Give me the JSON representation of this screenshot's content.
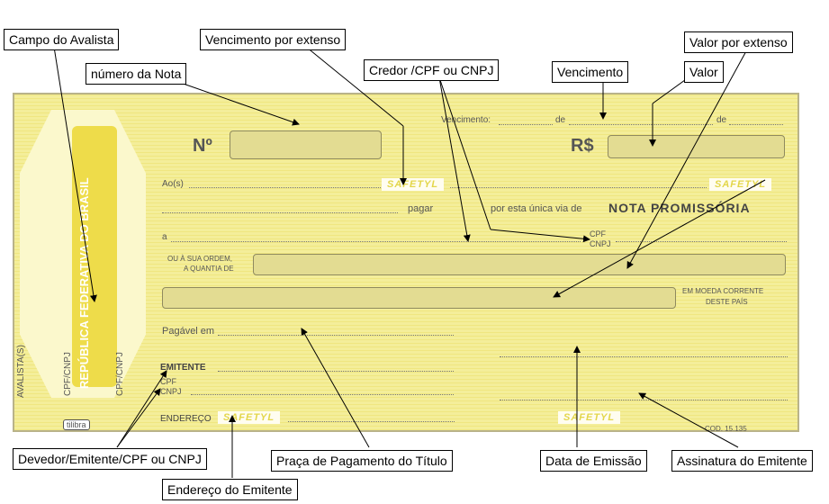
{
  "callouts": {
    "avalista": "Campo do Avalista",
    "venc_extenso": "Vencimento por extenso",
    "valor_extenso": "Valor por extenso",
    "numero_nota": "número da Nota",
    "credor": "Credor /CPF ou CNPJ",
    "vencimento": "Vencimento",
    "valor": "Valor",
    "devedor": "Devedor/Emitente/CPF ou CNPJ",
    "praca": "Praça de Pagamento do Título",
    "data_emissao": "Data de Emissão",
    "assinatura": "Assinatura do Emitente",
    "endereco": "Endereço do Emitente"
  },
  "note": {
    "vencimento_label": "Vencimento:",
    "de1": "de",
    "de2": "de",
    "numero_symbol": "Nº",
    "currency": "R$",
    "aos": "Ao(s)",
    "pagar": "pagar",
    "unica_via": "por esta única via de",
    "nota_title": "NOTA PROMISSÓRIA",
    "a": "a",
    "cpf": "CPF",
    "cnpj": "CNPJ",
    "ordem_line1": "OU À SUA ORDEM,",
    "ordem_line2": "A QUANTIA DE",
    "moeda_line1": "EM MOEDA CORRENTE",
    "moeda_line2": "DESTE PAÍS",
    "pagavel": "Pagável em",
    "emitente": "EMITENTE",
    "emitente_cpf": "CPF",
    "emitente_cnpj": "CNPJ",
    "endereco": "ENDEREÇO",
    "safety_brand": "SAFETYL",
    "cod": "COD. 15.135",
    "brand": "tilibra",
    "avalistas": "AVALISTA(S)",
    "emblem_text": "REPÚBLICA FEDERATIVA DO BRASIL",
    "aval_cpf1": "CPF/CNPJ",
    "aval_cpf2": "CPF/CNPJ"
  },
  "colors": {
    "note_bg": "#f4ee9a",
    "field_bg": "#e3dc92",
    "emblem_band": "#eedc4a"
  }
}
